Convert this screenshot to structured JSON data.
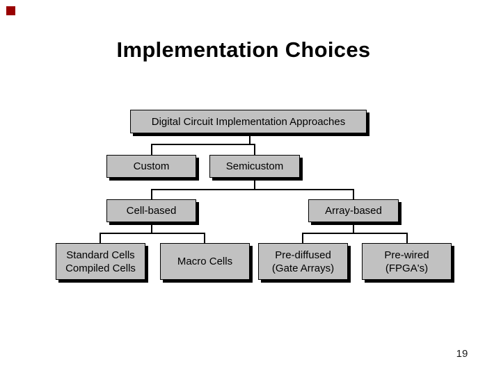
{
  "slide": {
    "title": "Implementation Choices",
    "page_number": "19"
  },
  "diagram": {
    "nodes": {
      "root": {
        "label": "Digital Circuit Implementation Approaches"
      },
      "custom": {
        "label": "Custom",
        "parent": "root"
      },
      "semicustom": {
        "label": "Semicustom",
        "parent": "root"
      },
      "cell_based": {
        "label": "Cell-based",
        "parent": "semicustom"
      },
      "array_based": {
        "label": "Array-based",
        "parent": "semicustom"
      },
      "standard_compiled_cells": {
        "line1": "Standard Cells",
        "line2": "Compiled Cells",
        "parent": "cell_based"
      },
      "macro_cells": {
        "label": "Macro Cells",
        "parent": "cell_based"
      },
      "pre_diffused": {
        "line1": "Pre-diffused",
        "line2": "(Gate Arrays)",
        "parent": "array_based"
      },
      "pre_wired": {
        "line1": "Pre-wired",
        "line2": "(FPGA's)",
        "parent": "array_based"
      }
    }
  },
  "colors": {
    "background": "#ffffff",
    "box_fill": "#c1c1c1",
    "box_border": "#000000",
    "box_shadow": "#000000",
    "connector": "#000000",
    "title_text": "#000000",
    "corner_square": "#990000",
    "page_number_text": "#1a1a1a"
  }
}
